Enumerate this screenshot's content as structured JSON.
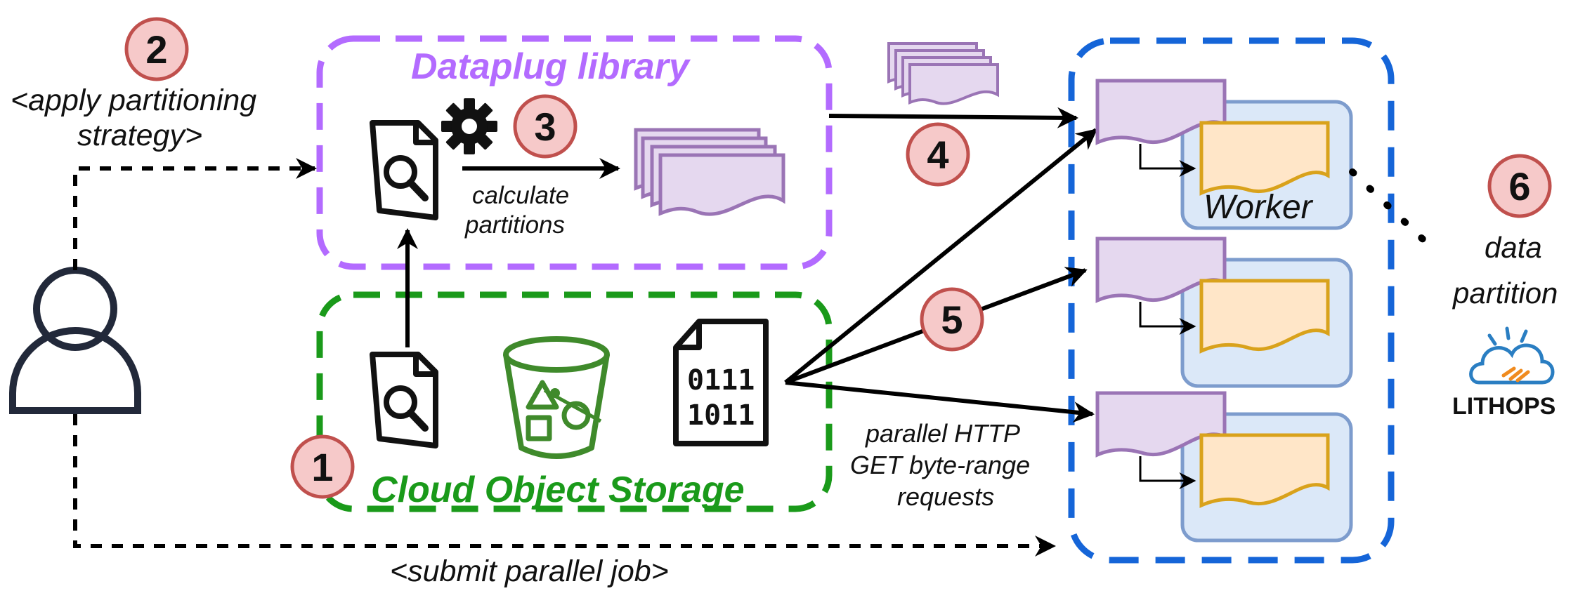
{
  "dataplug": {
    "title": "Dataplug library",
    "color": "#b36bff"
  },
  "storage": {
    "title": "Cloud Object Storage",
    "color": "#1a9a1a"
  },
  "executor": {
    "color": "#1565d8"
  },
  "steps": {
    "s1": "1",
    "s2": "2",
    "s3": "3",
    "s4": "4",
    "s5": "5",
    "s6": "6"
  },
  "labels": {
    "apply_1": "<apply partitioning",
    "apply_2": "strategy>",
    "calc_1": "calculate",
    "calc_2": "partitions",
    "http_1": "parallel HTTP",
    "http_2": "GET byte-range",
    "http_3": "requests",
    "submit": "<submit parallel job>",
    "data_1": "data",
    "data_2": "partition",
    "worker": "Worker"
  },
  "storage_file_binary": {
    "row1": "0111",
    "row2": "1011"
  },
  "lithops": {
    "name": "LITHOPS"
  },
  "icons": [
    "user-icon",
    "search-document-icon",
    "gear-icon",
    "bucket-icon",
    "binary-file-icon",
    "partition-stack-icon",
    "lithops-logo"
  ],
  "colors": {
    "step_circle_fill": "#f6c9c9",
    "step_circle_stroke": "#c0504d",
    "partition_fill": "#e5d8ef",
    "partition_stroke": "#9a74b5",
    "data_fill": "#ffe6c8",
    "data_stroke": "#d9a21b",
    "worker_fill": "#dbe8f8",
    "worker_stroke": "#7d9ccd"
  }
}
